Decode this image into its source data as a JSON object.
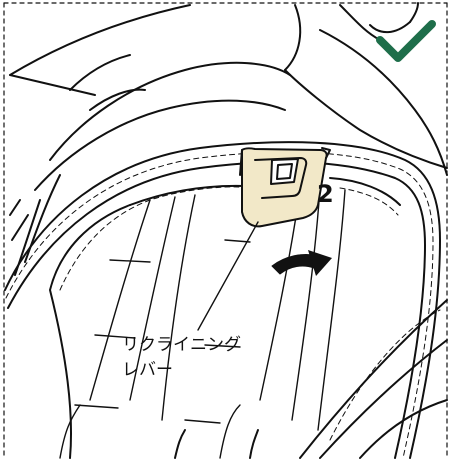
{
  "diagram": {
    "step_number": "2",
    "callout": {
      "line1": "リクライニング",
      "line2": "レバー"
    },
    "colors": {
      "outline": "#111111",
      "check_mark": "#1e6e4a",
      "lever_fill": "#f2e8c8",
      "background": "#ffffff"
    },
    "icons": {
      "check": "check-mark-icon",
      "rotate_arrow": "curved-arrow-icon"
    }
  }
}
